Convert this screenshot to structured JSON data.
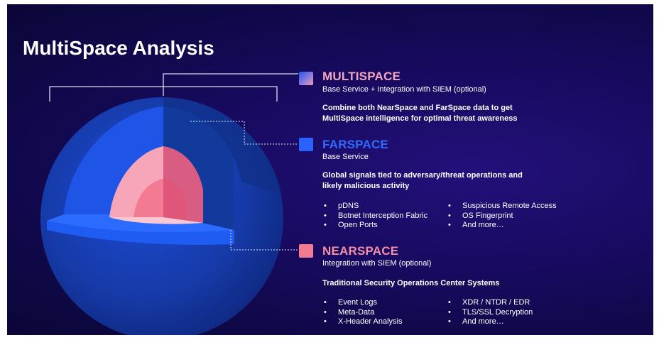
{
  "title": "MultiSpace Analysis",
  "colors": {
    "multispace_heading": "#f4a6c0",
    "farspace_heading": "#2f6bff",
    "nearspace_heading": "#f28fa6",
    "nearspace_swatch": "#f27a92",
    "farspace_swatch": "#2a62ff",
    "background": "#170a5e"
  },
  "sections": {
    "multispace": {
      "heading": "MULTISPACE",
      "subtitle": "Base Service + Integration with SIEM (optional)",
      "description": [
        "Combine both NearSpace and FarSpace data to get",
        "MultiSpace intelligence for optimal threat awareness"
      ]
    },
    "farspace": {
      "heading": "FARSPACE",
      "subtitle": "Base Service",
      "description": [
        "Global signals tied to adversary/threat operations and",
        "likely malicious activity"
      ],
      "list_left": [
        "pDNS",
        "Botnet Interception Fabric",
        "Open Ports"
      ],
      "list_right": [
        "Suspicious Remote Access",
        "OS Fingerprint",
        "And more…"
      ]
    },
    "nearspace": {
      "heading": "NEARSPACE",
      "subtitle": "Integration with SIEM (optional)",
      "description": [
        "Traditional Security Operations Center Systems"
      ],
      "list_left": [
        "Event Logs",
        "Meta-Data",
        "X-Header Analysis"
      ],
      "list_right": [
        "XDR / NTDR / EDR",
        "TLS/SSL Decryption",
        "And more…"
      ]
    }
  }
}
